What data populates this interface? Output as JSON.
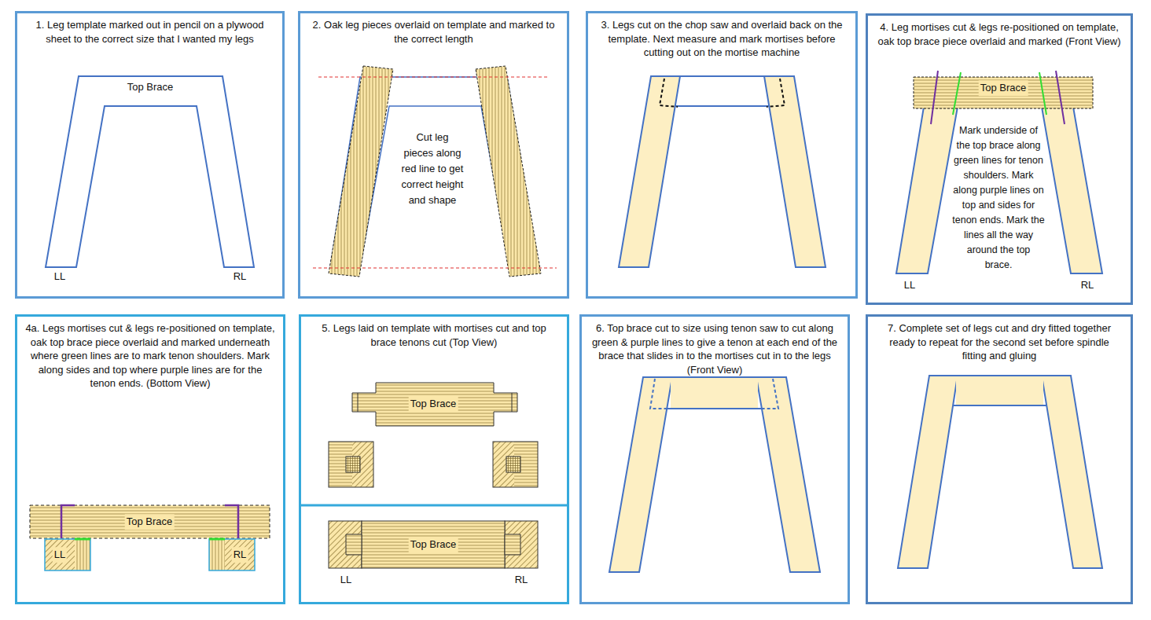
{
  "diagram": {
    "nodes": [
      {
        "text": [
          "1. Leg template marked out in pencil on a plywood sheet to the correct size that I wanted my legs"
        ]
      },
      {
        "text": [
          "2. Oak leg pieces overlaid on template and marked to the correct length"
        ]
      },
      {
        "text": [
          "3. Legs cut on the chop saw and overlaid back on the template. Next measure and mark mortises before cutting out on the mortise machine"
        ]
      },
      {
        "text": [
          "4. Leg mortises cut & legs re-positioned on template, oak top brace piece overlaid and marked (Front View)"
        ]
      },
      {
        "text": [
          "4a. Legs mortises cut & legs re-positioned on template, oak top brace piece overlaid and marked underneath where green lines are to mark tenon shoulders. Mark along sides and top where purple lines are for the tenon ends. (Bottom View)"
        ]
      },
      {
        "text": [
          "5. Legs laid on template with mortises cut and top brace tenons cut (Top View)"
        ]
      },
      {
        "text": [
          "6. Top brace cut to size using tenon saw to cut along green & purple lines to give a tenon at each end of the brace that slides in to the mortises cut in to the legs  (Front View)"
        ]
      },
      {
        "text": [
          "7. Complete set of legs cut and dry fitted together ready to repeat for the second set before spindle fitting and gluing"
        ]
      }
    ],
    "labels": [
      "Top Brace",
      "LL",
      "RL",
      "Cut leg pieces along red line to get correct height and shape",
      "Top Brace",
      "Mark underside of the top brace along green lines for tenon shoulders. Mark along purple lines on top and sides for tenon ends. Mark the lines all the way around the top brace.",
      "LL",
      "RL",
      "Top Brace",
      "LL",
      "RL",
      "Top Brace",
      "Top Brace",
      "LL",
      "RL"
    ]
  }
}
